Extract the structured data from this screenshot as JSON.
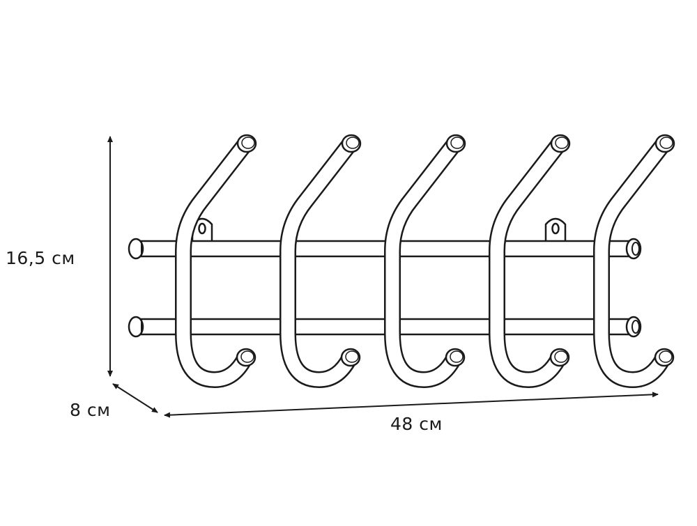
{
  "dimensions": {
    "height": "16,5 см",
    "depth": "8 см",
    "width": "48 см"
  },
  "diagram": {
    "hook_count": 5,
    "rail_count": 2,
    "mounting_plate_count": 2,
    "line_color": "#1a1a1a",
    "fill_color": "#ffffff"
  }
}
